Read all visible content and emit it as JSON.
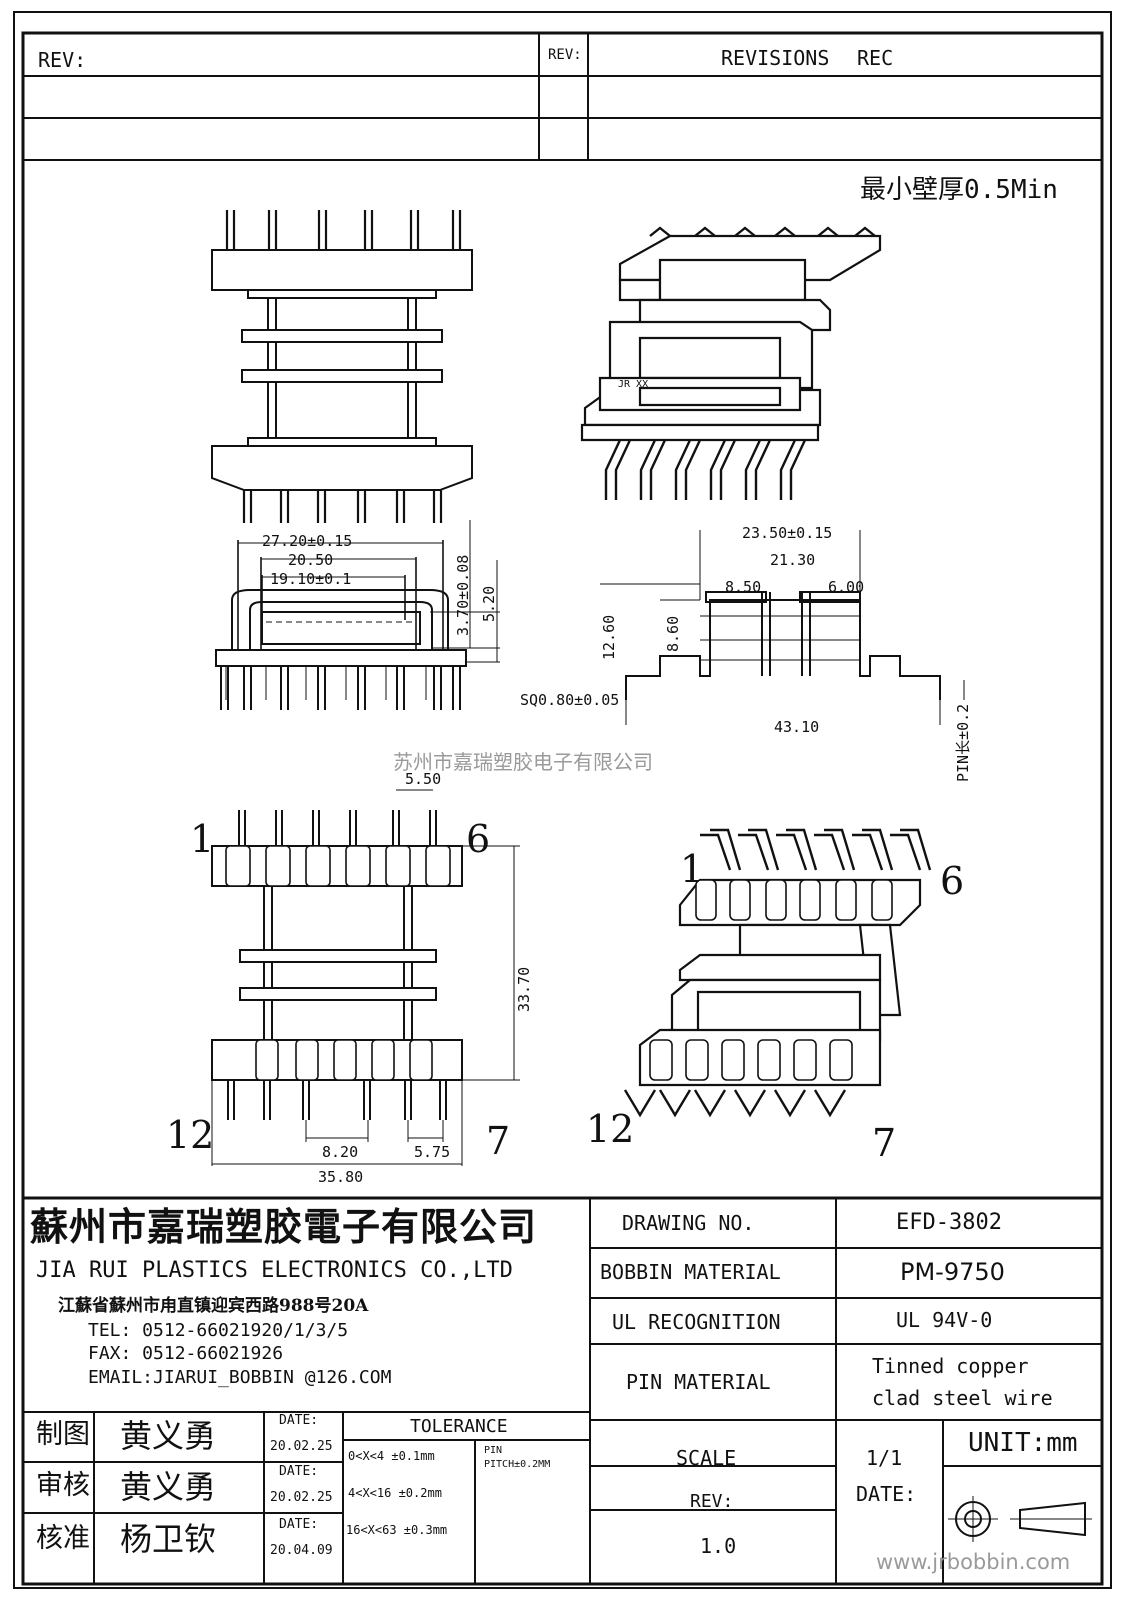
{
  "revision_block": {
    "rev_left": "REV:",
    "rev_right": "REV:",
    "revisions": "REVISIONS",
    "rec": "REC"
  },
  "notes": {
    "min_wall": "最小壁厚0.5Min"
  },
  "watermark": {
    "center_company": "苏州市嘉瑞塑胶电子有限公司",
    "website": "www.jrbobbin.com"
  },
  "dimensions": {
    "I": "27.20±0.15",
    "G1": "20.50",
    "G2": "19.10±0.1",
    "H2": "3.70±0.08",
    "H1": "5.20",
    "F": "23.50±0.15",
    "E": "21.30",
    "J": "8.50",
    "K": "6.00",
    "B_side": "8.60",
    "D": "12.60",
    "C": "SQ0.80±0.05",
    "A": "43.10",
    "L": "PIN长±0.2",
    "B1": "5.50",
    "M": "33.70",
    "B2": "8.20",
    "B3": "5.75",
    "N": "35.80"
  },
  "pins": {
    "top_left": "1",
    "top_right": "6",
    "bottom_left": "12",
    "bottom_right": "7",
    "iso_top_left": "1",
    "iso_top_right": "6",
    "iso_bottom_left": "12",
    "iso_bottom_right": "7",
    "iso_mark": "JR XX"
  },
  "title_block": {
    "company_cn": "蘇州市嘉瑞塑胶電子有限公司",
    "company_en": "JIA RUI PLASTICS ELECTRONICS CO.,LTD",
    "address": "江蘇省蘇州市甪直镇迎宾西路988号20A",
    "tel": "TEL: 0512-66021920/1/3/5",
    "fax": "FAX: 0512-66021926",
    "email": "EMAIL:JIARUI_BOBBIN @126.COM",
    "drawing_no_label": "DRAWING   NO.",
    "drawing_no": "EFD-3802",
    "bobbin_material_label": "BOBBIN  MATERIAL",
    "bobbin_material": "PM-9750",
    "ul_label": "UL RECOGNITION",
    "ul_value": "UL 94V-0",
    "pin_material_label": "PIN MATERIAL",
    "pin_material_line1": "Tinned copper",
    "pin_material_line2": "clad steel wire",
    "scale_label": "SCALE",
    "scale_value": "1/1",
    "unit": "UNIT:mm",
    "rev_label": "REV:",
    "rev_value": "1.0",
    "date_label": "DATE:",
    "tolerance_label": "TOLERANCE",
    "tol_1": "0<X<4  ±0.1mm",
    "tol_2": "4<X<16 ±0.2mm",
    "tol_3": "16<X<63 ±0.3mm",
    "pin_pitch_1": "PIN",
    "pin_pitch_2": "PITCH±0.2MM",
    "rows": [
      {
        "role": "制图",
        "name": "黄义勇",
        "date_label": "DATE:",
        "date": "20.02.25"
      },
      {
        "role": "审核",
        "name": "黄义勇",
        "date_label": "DATE:",
        "date": "20.02.25"
      },
      {
        "role": "核准",
        "name": "杨卫钦",
        "date_label": "DATE:",
        "date": "20.04.09"
      }
    ]
  }
}
